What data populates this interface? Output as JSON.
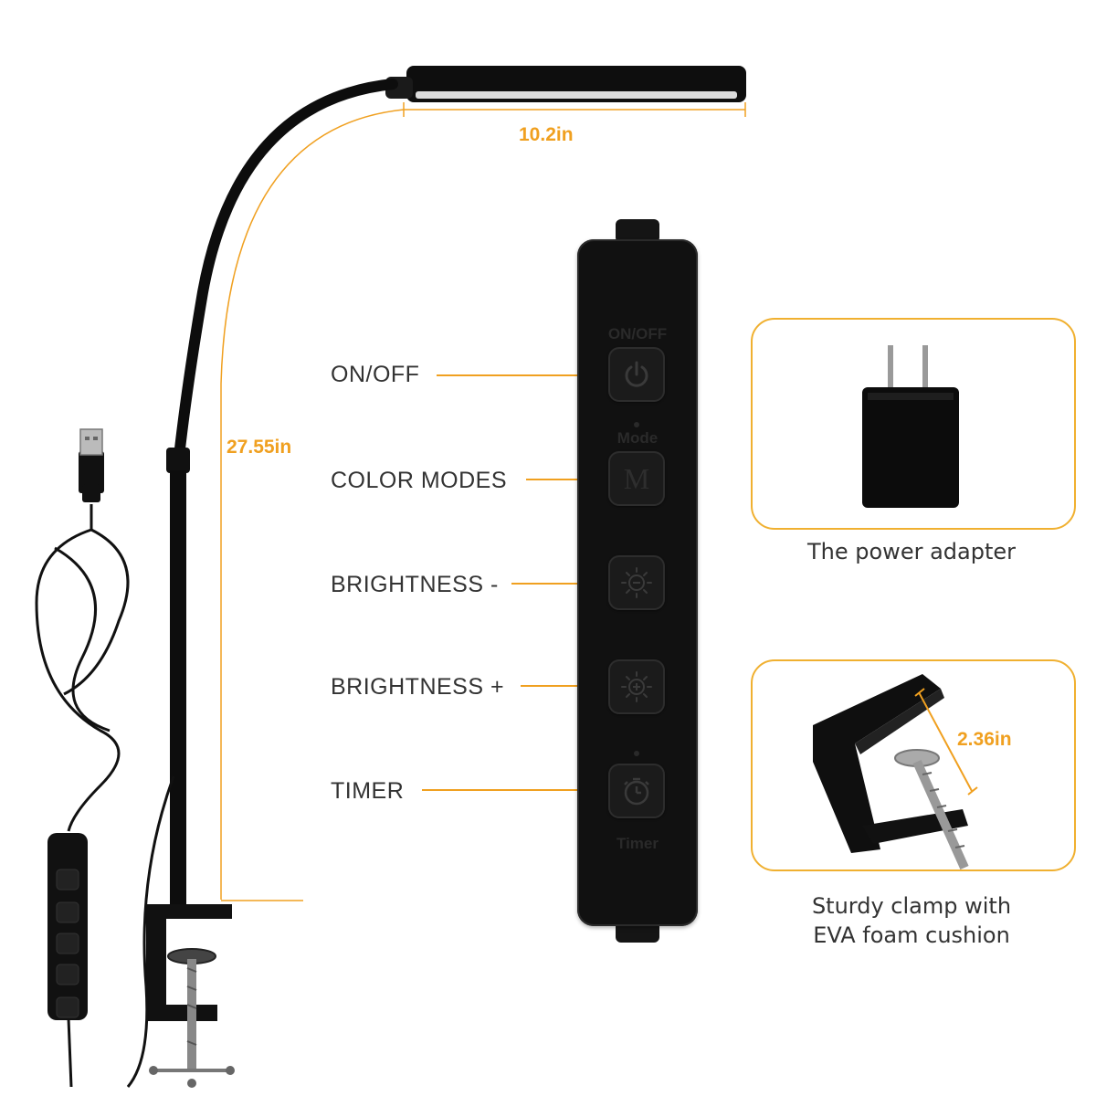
{
  "dimensions": {
    "head_length": "10.2in",
    "height": "27.55in",
    "clamp_opening": "2.36in"
  },
  "callouts": [
    {
      "id": "on-off",
      "label": "ON/OFF"
    },
    {
      "id": "color-modes",
      "label": "COLOR MODES"
    },
    {
      "id": "brightness-down",
      "label": "BRIGHTNESS -"
    },
    {
      "id": "brightness-up",
      "label": "BRIGHTNESS +"
    },
    {
      "id": "timer",
      "label": "TIMER"
    }
  ],
  "controller": {
    "onoff_text": "ON/OFF",
    "mode_text": "Mode",
    "mode_glyph": "M",
    "timer_text": "Timer"
  },
  "cards": {
    "adapter_caption": "The power adapter",
    "clamp_caption_line1": "Sturdy clamp with",
    "clamp_caption_line2": "EVA foam cushion"
  },
  "icons": [
    "power-icon",
    "mode-m-icon",
    "sun-minus-icon",
    "sun-plus-icon",
    "stopwatch-icon",
    "usb-plug-icon",
    "power-adapter-icon",
    "clamp-icon"
  ],
  "colors": {
    "accent": "#f0a020",
    "product": "#111111",
    "text": "#333333"
  }
}
